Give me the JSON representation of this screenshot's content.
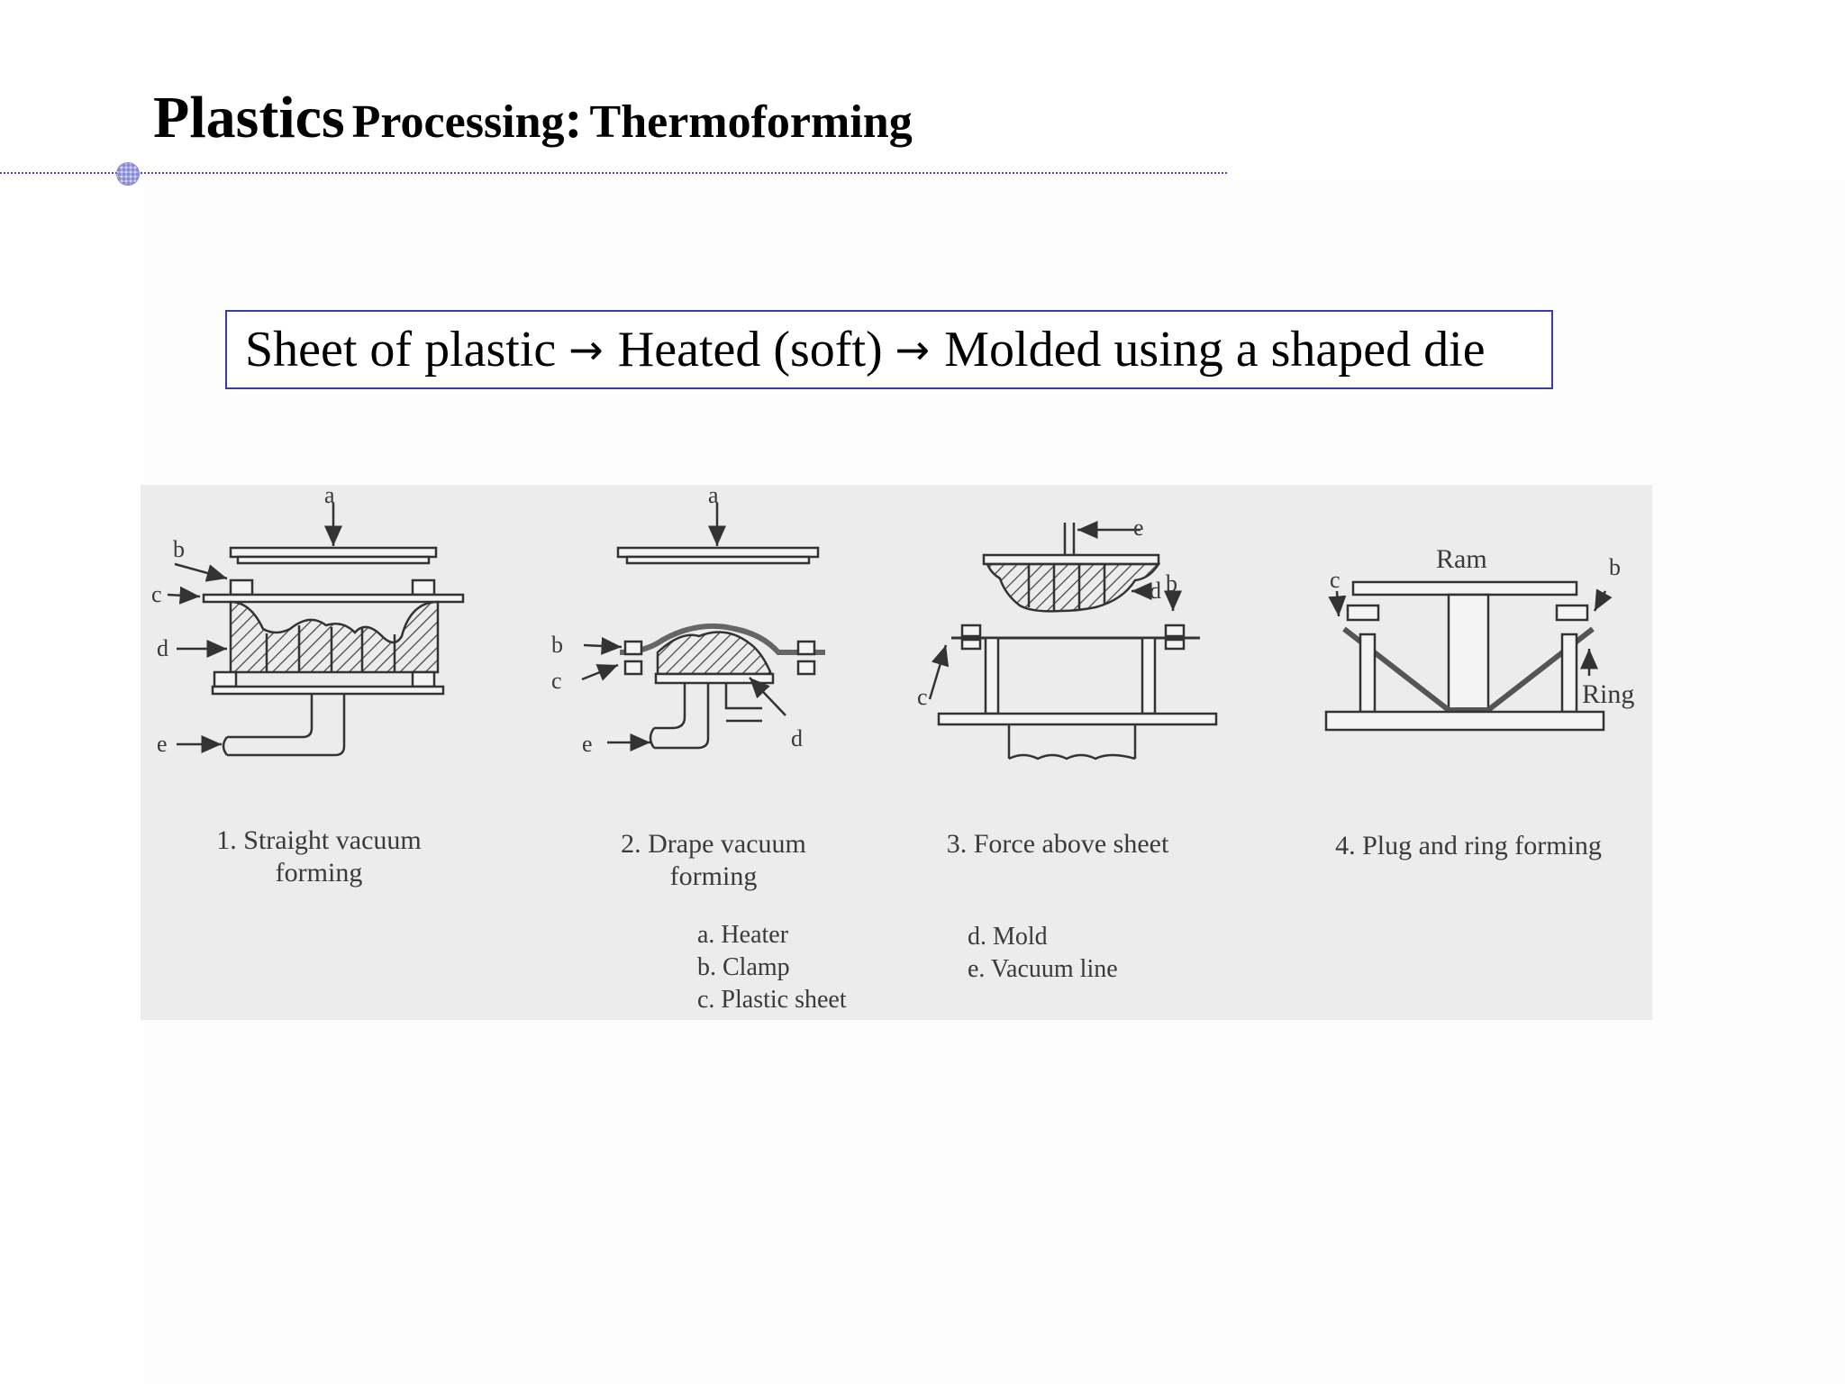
{
  "title": {
    "part1": "Plastics",
    "part2": "Processing",
    "colon": ":",
    "part3": "Thermoforming"
  },
  "process": {
    "step1": "Sheet of plastic",
    "step2": "Heated (soft)",
    "step3": "Molded using a shaped die",
    "arrow": "→"
  },
  "diagram": {
    "method1": {
      "label": "1. Straight vacuum",
      "label2": "forming",
      "callouts": [
        "a",
        "b",
        "c",
        "d",
        "e"
      ]
    },
    "method2": {
      "label": "2. Drape vacuum",
      "label2": "forming",
      "callouts": [
        "a",
        "b",
        "c",
        "e",
        "d"
      ]
    },
    "method3": {
      "label": "3. Force above sheet",
      "callouts": [
        "e",
        "d",
        "b",
        "c"
      ]
    },
    "method4": {
      "label": "4. Plug and ring forming",
      "ram": "Ram",
      "ring": "Ring",
      "callouts": [
        "c",
        "b"
      ]
    },
    "legend": [
      "a. Heater",
      "b. Clamp",
      "c. Plastic sheet",
      "d. Mold",
      "e. Vacuum line"
    ]
  }
}
